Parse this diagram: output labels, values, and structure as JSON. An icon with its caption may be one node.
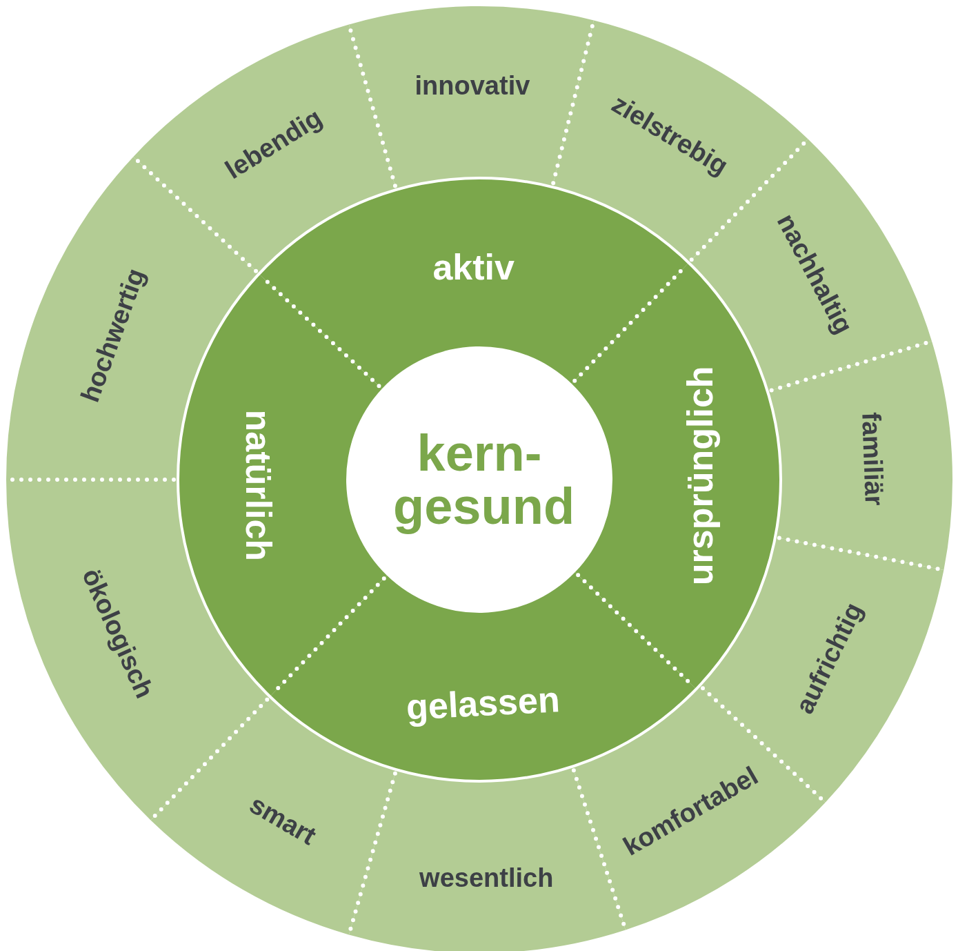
{
  "diagram": {
    "nodes": [
      {
        "text": [
          "kern- gesund"
        ]
      },
      {
        "text": [
          "aktiv"
        ]
      },
      {
        "text": [
          "ursprünglich"
        ]
      },
      {
        "text": [
          "gelassen"
        ]
      },
      {
        "text": [
          "natürlich"
        ]
      },
      {
        "text": [
          "innovativ"
        ]
      },
      {
        "text": [
          "zielstrebig"
        ]
      },
      {
        "text": [
          "nachhaltig"
        ]
      },
      {
        "text": [
          "familiär"
        ]
      },
      {
        "text": [
          "aufrichtig"
        ]
      },
      {
        "text": [
          "komfortabel"
        ]
      },
      {
        "text": [
          "wesentlich"
        ]
      },
      {
        "text": [
          "smart"
        ]
      },
      {
        "text": [
          "ökologisch"
        ]
      },
      {
        "text": [
          "hochwertig"
        ]
      },
      {
        "text": [
          "lebendig"
        ]
      }
    ]
  }
}
